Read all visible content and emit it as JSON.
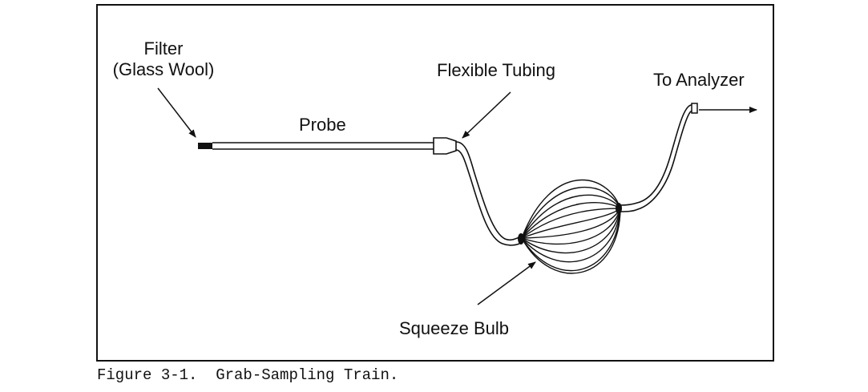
{
  "figure": {
    "labels": {
      "filter_line1": "Filter",
      "filter_line2": "(Glass Wool)",
      "probe": "Probe",
      "flexible_tubing": "Flexible Tubing",
      "to_analyzer": "To Analyzer",
      "squeeze_bulb": "Squeeze Bulb"
    },
    "caption": "Figure 3-1.  Grab-Sampling Train."
  }
}
